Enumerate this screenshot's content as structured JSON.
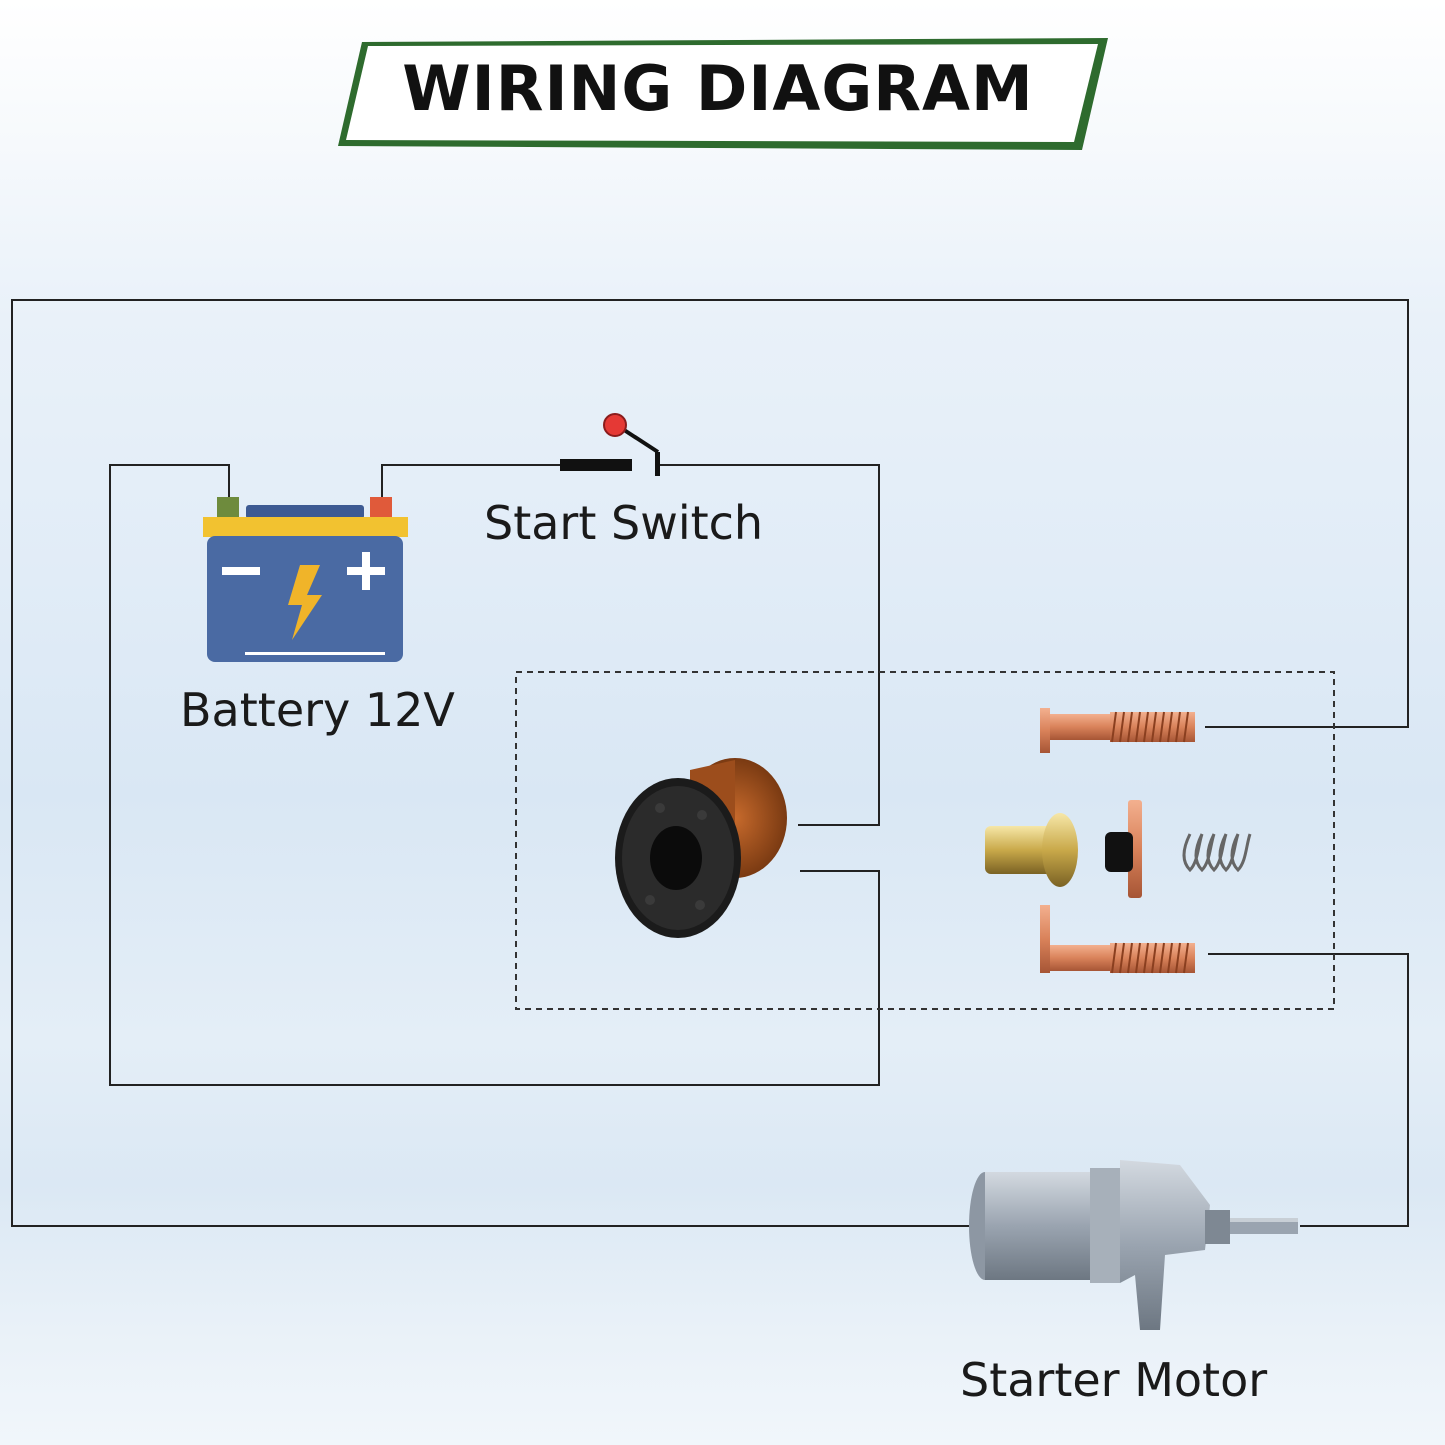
{
  "title": "WIRING DIAGRAM",
  "labels": {
    "start_switch": "Start Switch",
    "battery": "Battery 12V",
    "starter_motor": "Starter Motor"
  },
  "colors": {
    "banner_border": "#2e6b2e",
    "battery_body": "#4a6aa3",
    "battery_top": "#f2c230",
    "bolt": "#f0b429",
    "copper": "#d9825a",
    "switch_knob": "#e53935",
    "wire": "#222222"
  },
  "icons": [
    "battery-icon",
    "start-switch-icon",
    "solenoid-coil-icon",
    "copper-bolt-icon",
    "plunger-icon",
    "spring-icon",
    "starter-motor-icon"
  ]
}
